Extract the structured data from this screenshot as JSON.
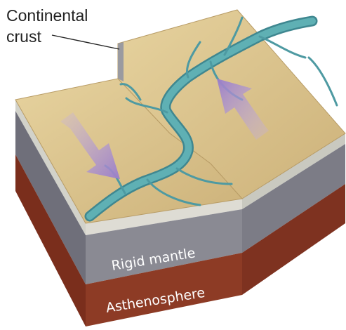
{
  "labels": {
    "continental": "Continental",
    "crust": "crust",
    "rigid_mantle": "Rigid mantle",
    "asthenosphere": "Asthenosphere"
  },
  "colors": {
    "crust_top": "#d8c08a",
    "crust_edge": "#dcdcd4",
    "rigid_mantle": "#84848c",
    "asthenosphere": "#8a3a24",
    "river": "#5aa3a8",
    "motion_arrow": "#9b7fc8"
  },
  "arrows": [
    {
      "block": "left-block",
      "direction": "down-right"
    },
    {
      "block": "right-block",
      "direction": "up-left"
    }
  ]
}
